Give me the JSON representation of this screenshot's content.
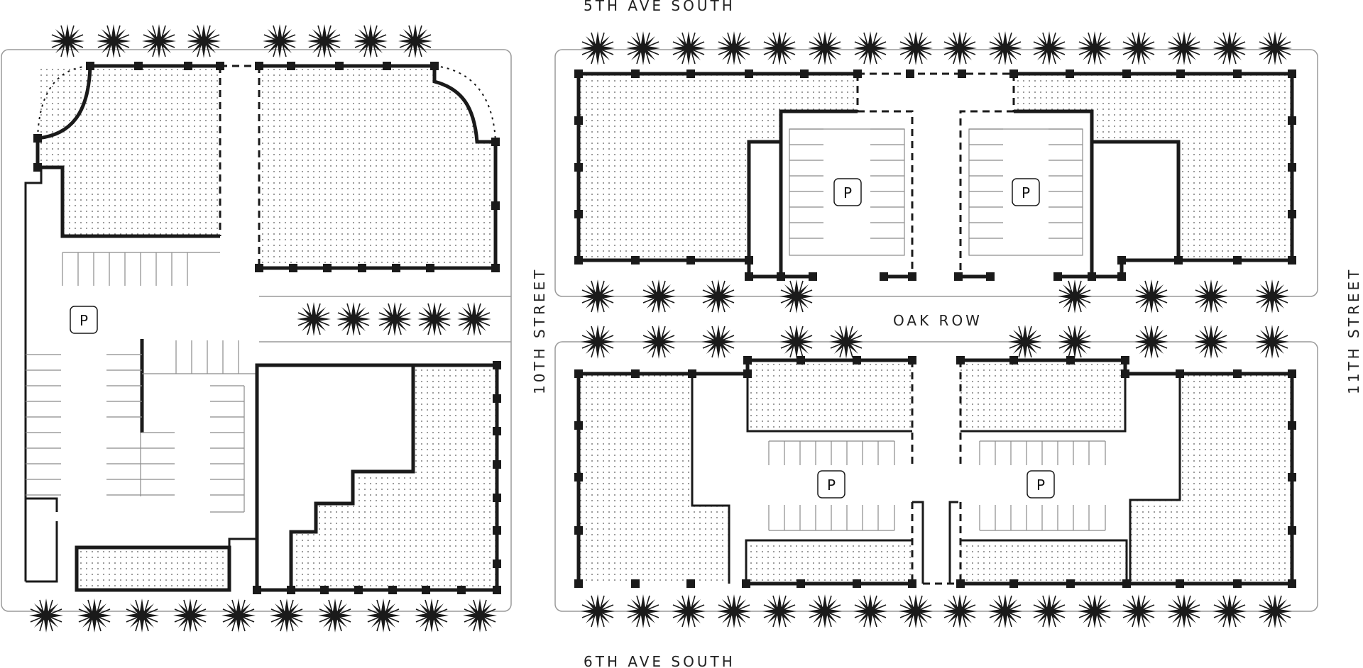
{
  "streets": {
    "top": "5TH AVE SOUTH",
    "bottom": "6TH AVE SOUTH",
    "left": "10TH STREET",
    "right": "11TH STREET",
    "middle": "OAK ROW"
  },
  "parking": {
    "symbol": "P",
    "count": 5
  },
  "colors": {
    "wall": "#1a1a1a",
    "curb": "#9a9a9a",
    "stall": "#8a8a8a",
    "background": "#ffffff"
  }
}
